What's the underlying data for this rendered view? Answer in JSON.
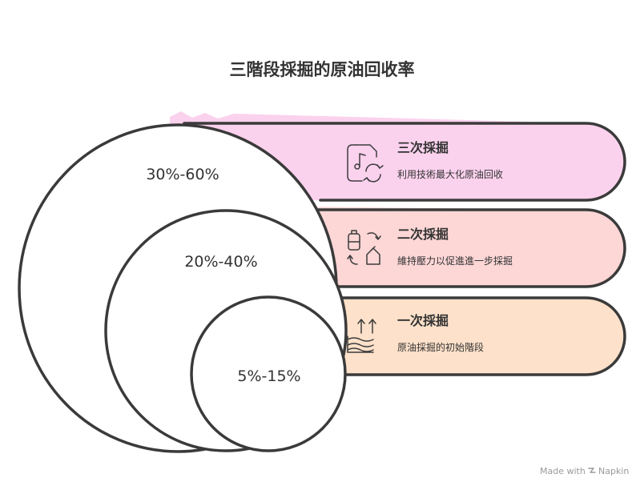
{
  "title": "三階段採掘的原油回收率",
  "stages": [
    {
      "name": "三次採掘",
      "description": "利用技術最大化原油回收",
      "range": "30%-60%",
      "color": "#fbd2ee",
      "icon": "music-file-refresh-icon"
    },
    {
      "name": "二次採掘",
      "description": "維持壓力以促進進一步採掘",
      "range": "20%-40%",
      "color": "#fdd6d6",
      "icon": "bottles-swap-icon"
    },
    {
      "name": "一次採掘",
      "description": "原油採掘的初始階段",
      "range": "5%-15%",
      "color": "#fde1ca",
      "icon": "water-arrows-icon"
    }
  ],
  "footer": {
    "made_with": "Made with",
    "brand": "Napkin"
  }
}
